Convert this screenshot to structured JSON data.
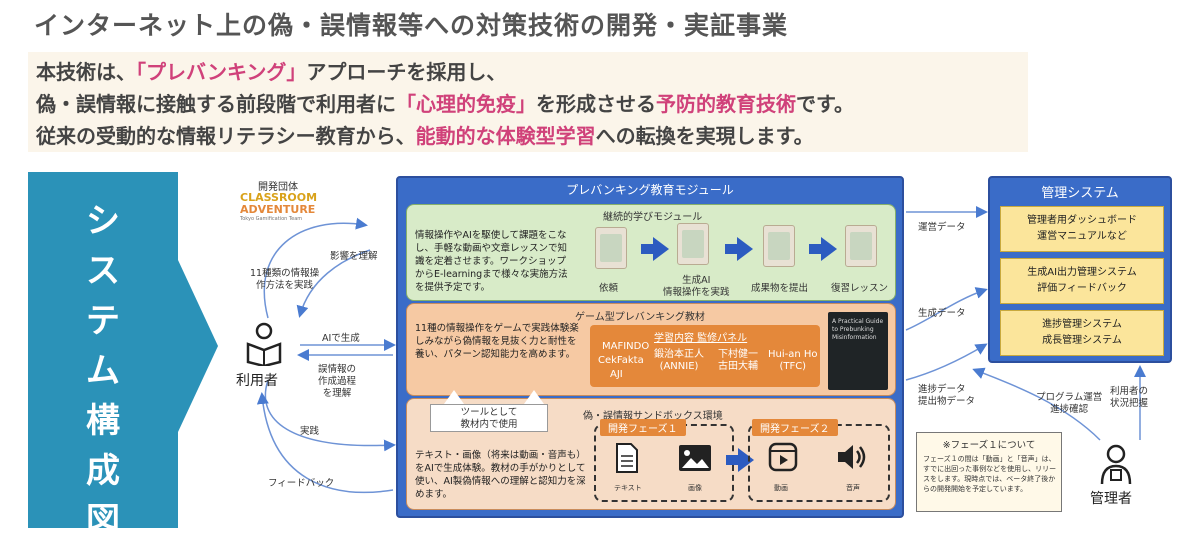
{
  "title": "インターネット上の偽・誤情報等への対策技術の開発・実証事業",
  "intro": {
    "line1_a": "本技術は、",
    "line1_b": "「プレバンキング」",
    "line1_c": "アプローチを採用し、",
    "line2_a": "偽・誤情報に接触する前段階で利用者に",
    "line2_b": "「心理的免疫」",
    "line2_c": "を形成させる",
    "line2_d": "予防的教育技術",
    "line2_e": "です。",
    "line3_a": "従来の受動的な情報リテラシー教育から、",
    "line3_b": "能動的な体験型学習",
    "line3_c": "への転換を実現します。"
  },
  "banner": {
    "chars": [
      "シ",
      "ス",
      "テ",
      "ム",
      "構",
      "成",
      "図"
    ],
    "color": "#2b92b8"
  },
  "developer": {
    "label": "開発団体",
    "logo_line1": "CLASSROOM",
    "logo_line2": "ADVENTURE",
    "logo_sub": "Tokyo Gamification Team"
  },
  "user": {
    "label": "利用者",
    "icon": "reader-icon"
  },
  "admin": {
    "label": "管理者",
    "icon": "admin-icon"
  },
  "left_labels": {
    "methods": "11種類の情報操\n作方法を実践",
    "influence": "影響を理解",
    "ai_generate": "AIで生成",
    "process": "誤情報の\n作成過程\nを理解",
    "practice": "実践",
    "feedback": "フィードバック"
  },
  "module": {
    "title": "プレバンキング教育モジュール",
    "continuous": {
      "title": "継続的学びモジュール",
      "text": "情報操作やAIを駆使して課題をこなし、手軽な動画や文章レッスンで知識を定着させます。ワークショップからE-learningまで様々な実施方法を提供予定です。",
      "steps": [
        "依頼",
        "生成AI\n情報操作を実践",
        "成果物を提出",
        "復習レッスン"
      ]
    },
    "game": {
      "title": "ゲーム型プレバンキング教材",
      "text": "11種の情報操作をゲームで実践体験楽しみながら偽情報を見抜く力と耐性を養い、パターン認知能力を高めます。",
      "panel_title": "学習内容 監修パネル",
      "orgs": [
        "MAFINDO",
        "CekFakta",
        "AJI"
      ],
      "people": [
        "鍛治本正人\n(ANNIE)",
        "下村健一\n古田大輔",
        "Hui-an Ho\n(TFC)"
      ],
      "book_title": "A Practical Guide to Prebunking Misinformation"
    },
    "sandbox": {
      "title": "偽・誤情報サンドボックス環境",
      "callout": "ツールとして\n教材内で使用",
      "text": "テキスト・画像（将来は動画・音声も）をAIで生成体験。教材の手がかりとして使い、AI製偽情報への理解と認知力を深めます。",
      "phase1": {
        "label": "開発フェーズ１",
        "items": [
          "テキスト",
          "画像"
        ]
      },
      "phase2": {
        "label": "開発フェーズ２",
        "items": [
          "動画",
          "音声"
        ]
      }
    }
  },
  "mid_labels": {
    "ops_data": "運営データ",
    "gen_data": "生成データ",
    "progress_data": "進捗データ\n提出物データ"
  },
  "mgmt": {
    "title": "管理システム",
    "items": [
      "管理者用ダッシュボード\n運営マニュアルなど",
      "生成AI出力管理システム\n評価フィードバック",
      "進捗管理システム\n成長管理システム"
    ]
  },
  "right_labels": {
    "program": "プログラム運営\n進捗確認",
    "status": "利用者の\n状況把握"
  },
  "note": {
    "title": "※フェーズ１について",
    "body": "フェーズ１の間は「動画」と「音声」は、すでに出回った事例などを使用し、リリースをします。現時点では、ベータ終了後からの開発開始を予定しています。"
  },
  "colors": {
    "module_blue": "#3a6cc8",
    "accent_pink": "#d0417a",
    "panel_orange": "#e4883a",
    "mgmt_yellow": "#fbe59b"
  }
}
